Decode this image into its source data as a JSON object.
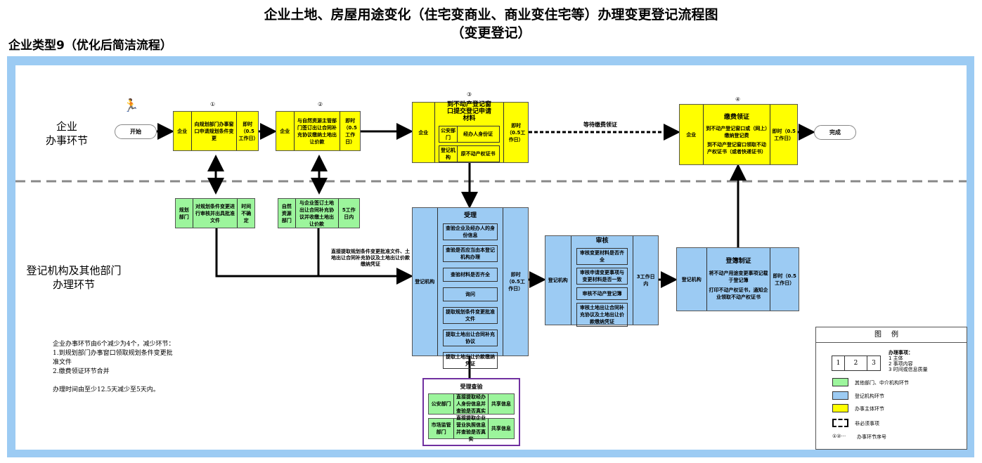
{
  "title": [
    "企业土地、房屋用途变化（住宅变商业、商业变住宅等）办理变更登记流程图",
    "（变更登记）"
  ],
  "subtitle": "企业类型9（优化后简洁流程）",
  "lanes": {
    "top": [
      "企业",
      "办事环节"
    ],
    "bottom": [
      "登记机构及其他部门",
      "办理环节"
    ]
  },
  "start": "开始",
  "finish": "完成",
  "steps": [
    {
      "num": "①",
      "actor": "企业",
      "content": "向规划部门办事窗口申请规划条件变更",
      "time": "即时（0.5工作日）"
    },
    {
      "num": "②",
      "actor": "企业",
      "content": "与自然资源主管部门签订出让合同补充协议缴纳土地出让价款",
      "time": "即时（0.5工作日）"
    },
    {
      "num": "③",
      "actor": "企业",
      "content": "到不动产登记窗口提交登记申请材料",
      "time": "即时（0.5工作日）",
      "rows": [
        [
          "公安部门",
          "经办人身份证"
        ],
        [
          "登记机构",
          "原不动产权证书"
        ]
      ]
    },
    {
      "num": "④",
      "actor": "企业",
      "content": "缴费领证",
      "lines": [
        "到不动产登记窗口或（网上）缴纳登记费",
        "到不动产登记窗口领取不动产权证书（或者快递证书）"
      ],
      "time": "即时（0.5工作日）"
    }
  ],
  "wait_label": "等待缴费领证",
  "green": [
    {
      "actor": "规划部门",
      "content": "对规划条件变更进行审核并出具批准文件",
      "time": "时间不确定"
    },
    {
      "actor": "自然资源部门",
      "content": "与企业签订土地出让合同补充协议并收缴土地出让价款",
      "time": "5工作日内"
    }
  ],
  "direct_label": "直接提取规划条件变更批准文件、土地出让合同补充协议及土地出让价款缴纳凭证",
  "accept": {
    "actor": "登记机构",
    "title": "受理",
    "items": [
      "查验企业及经办人的身份信息",
      "查验是否应当由本登记机构办理",
      "查验材料是否齐全",
      "询问",
      "提取规划条件变更批准文件",
      "提取土地出让合同补充协议",
      "提取土地出让价款缴纳凭证"
    ],
    "time": "即时（0.5工作日）"
  },
  "review": {
    "actor": "登记机构",
    "title": "审核",
    "items": [
      "审核变更材料是否齐全",
      "审核申请变更事项与变更材料是否一致",
      "审核不动产登记簿",
      "审核土地出让合同补充协议及土地出让价款缴纳凭证"
    ],
    "time": "3工作日内"
  },
  "register": {
    "actor": "登记机构",
    "title": "登簿制证",
    "lines": [
      "将不动产用途变更事项记载于登记簿",
      "打印不动产权证书，通知企业领取不动产权证书"
    ],
    "time": "即时（0.5工作日）"
  },
  "check": {
    "title": "受理查验",
    "rows": [
      [
        "公安部门",
        "直接提取经办人身份信息并查验是否真实",
        "共享信息"
      ],
      [
        "市场监管部门",
        "直接提取企业营业执照信息并查验是否真实",
        "共享信息"
      ]
    ]
  },
  "notes": "企业办事环节由6个减少为4个，减少环节：\n1.到规划部门办事窗口领取规划条件变更批\n准文件\n2.缴费领证环节合并\n\n办理时间由至少12.5天减少至5天内。",
  "legend": {
    "title": "图例",
    "cells": [
      "1",
      "2",
      "3"
    ],
    "desc_title": "办理事项：",
    "desc": [
      "1 主体",
      "2 事项内容",
      "3 时间或信息质量"
    ],
    "items": [
      {
        "color": "#9cf59c",
        "label": "其他部门、中介机构环节"
      },
      {
        "color": "#9ccbf3",
        "label": "登记机构环节"
      },
      {
        "color": "#ffff00",
        "label": "办事主体环节"
      }
    ],
    "dashed": "非必须事项",
    "seq_glyph": "①②···",
    "seq": "办事环节序号"
  },
  "colors": {
    "enterprise": "#ffff00",
    "registry": "#9ccbf3",
    "other": "#9cf59c",
    "frame": "#9ccbf3",
    "check_border": "#7030a0"
  }
}
